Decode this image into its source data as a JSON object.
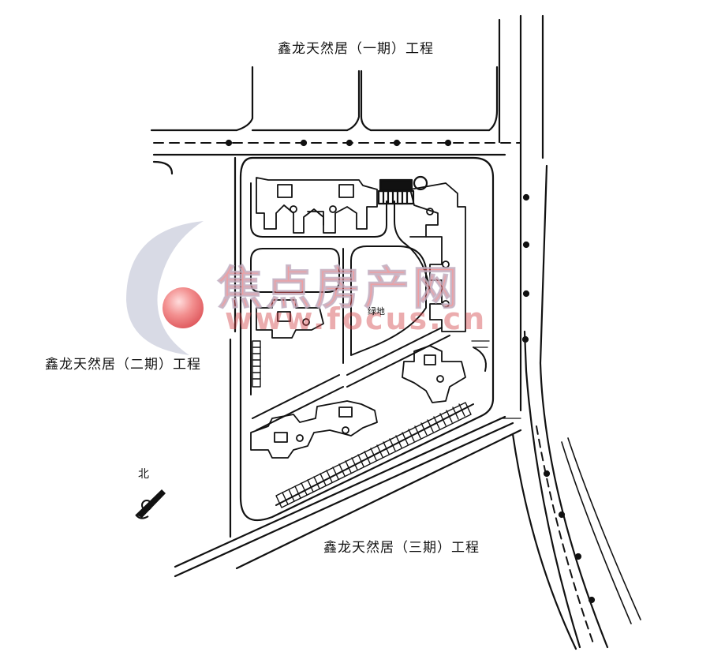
{
  "labels": {
    "phase1": "鑫龙天然居（一期）工程",
    "phase2": "鑫龙天然居（二期）工程",
    "phase3": "鑫龙天然居（三期）工程",
    "center": "绿地",
    "north": "北"
  },
  "watermark": {
    "text": "焦点房产网",
    "url": "www.focus.cn",
    "colors": {
      "primary": "#e05055",
      "secondary": "#b8bcd0"
    }
  },
  "compass": {
    "icon": "north-arrow-icon"
  }
}
